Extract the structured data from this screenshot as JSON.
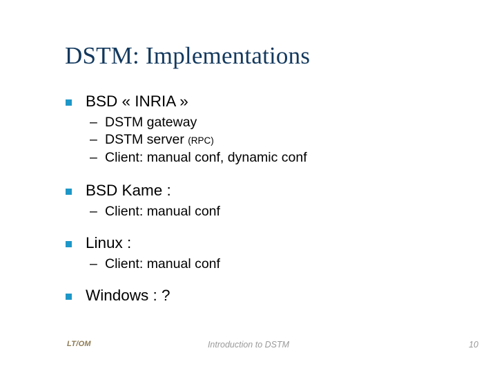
{
  "slide": {
    "title": "DSTM: Implementations",
    "title_color": "#13395E",
    "background_color": "#ffffff",
    "bullet_color": "#1D97C8"
  },
  "body": {
    "groups": [
      {
        "heading": "BSD « INRIA »",
        "sub_items": [
          {
            "text": "DSTM gateway",
            "note": ""
          },
          {
            "text": "DSTM server ",
            "note": "(RPC)"
          },
          {
            "text": "Client: manual conf, dynamic conf",
            "note": ""
          }
        ]
      },
      {
        "heading": "BSD Kame :",
        "sub_items": [
          {
            "text": "Client: manual conf",
            "note": ""
          }
        ]
      },
      {
        "heading": "Linux :",
        "sub_items": [
          {
            "text": "Client: manual conf",
            "note": ""
          }
        ]
      },
      {
        "heading": "Windows : ?",
        "sub_items": []
      }
    ],
    "dash_marker": "–"
  },
  "footer": {
    "left": "LT/OM",
    "center": "Introduction to DSTM",
    "page_number": "10",
    "left_color": "#8C7A54",
    "text_color": "#9A9A9A"
  }
}
